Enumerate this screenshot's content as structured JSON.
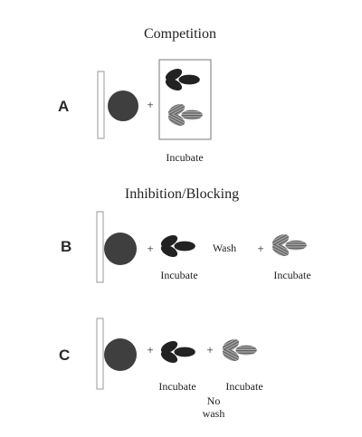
{
  "title_competition": "Competition",
  "title_inhibition": "Inhibition/Blocking",
  "panels": {
    "a": {
      "letter": "A",
      "step1": "Incubate"
    },
    "b": {
      "letter": "B",
      "step1": "Incubate",
      "wash": "Wash",
      "step2": "Incubate"
    },
    "c": {
      "letter": "C",
      "step1": "Incubate",
      "step2": "Incubate",
      "no_wash": [
        "No",
        "wash"
      ]
    }
  },
  "symbols": {
    "plus": "+"
  },
  "colors": {
    "cell": "#3f3f3f",
    "antibody_dark": "#222222",
    "antibody_striped": "#8a8a8a",
    "support_outline": "#9a9a9a"
  }
}
